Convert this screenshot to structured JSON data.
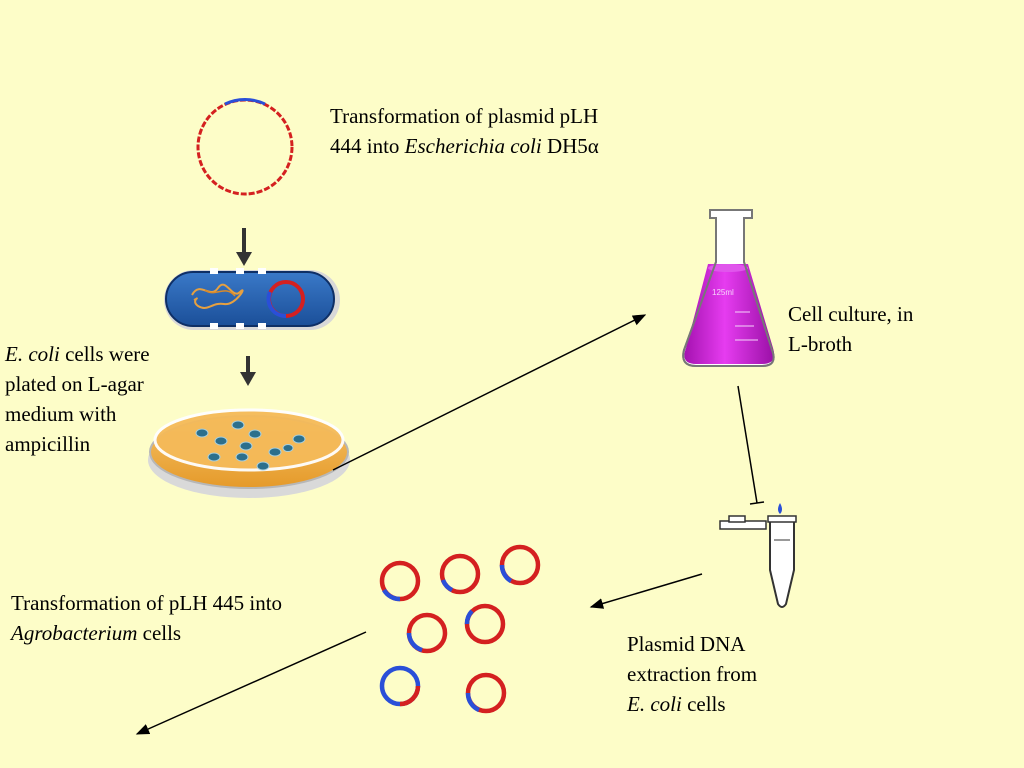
{
  "colors": {
    "background": "#fdfdc8",
    "plasmid_red": "#d42020",
    "plasmid_blue": "#2a4fd8",
    "cell_blue": "#1f5fb5",
    "agar_orange": "#f2b451",
    "colony_blue": "#2c6f8c",
    "broth_magenta": "#c81ed4",
    "arrow": "#000000"
  },
  "labels": {
    "step1_line1": "Transformation of plasmid pLH",
    "step1_line2_prefix": "444 into ",
    "step1_line2_species": "Escherichia coli",
    "step1_line2_suffix": " DH5α",
    "step2_species": "E. coli",
    "step2_line1_suffix": " cells were",
    "step2_line2": "plated on L-agar",
    "step2_line3": "medium with",
    "step2_line4": "ampicillin",
    "step3_line1": "Cell culture, in",
    "step3_line2": "L-broth",
    "flask_volume": "125ml",
    "step4_line1": "Plasmid DNA",
    "step4_line2": "extraction from",
    "step4_species": "E. coli",
    "step4_line3_suffix": " cells",
    "step5_line1": "Transformation of pLH 445 into",
    "step5_species": "Agrobacterium",
    "step5_line2_suffix": " cells"
  },
  "icons": [
    "plasmid-icon",
    "bacterium-cell-icon",
    "petri-dish-icon",
    "erlenmeyer-flask-icon",
    "microcentrifuge-tube-icon",
    "plasmid-cluster-icon"
  ]
}
